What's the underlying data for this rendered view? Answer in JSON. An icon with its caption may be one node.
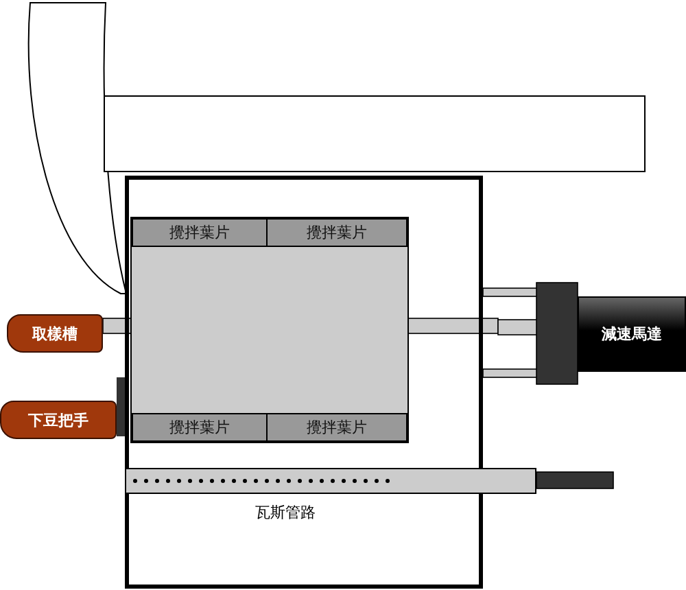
{
  "diagram": {
    "nodes": [
      {
        "text": [],
        "shape": "box"
      },
      {
        "text": [],
        "shape": "box",
        "in": 0
      },
      {
        "text": [
          "攪拌葉片"
        ],
        "in": 1
      },
      {
        "text": [
          "攪拌葉片"
        ],
        "in": 1
      },
      {
        "text": [
          "攪拌葉片"
        ],
        "in": 1
      },
      {
        "text": [
          "攪拌葉片"
        ],
        "in": 1
      },
      {
        "text": [
          "取樣槽"
        ]
      },
      {
        "text": [
          "下豆把手"
        ]
      },
      {
        "text": [
          "減速馬達"
        ]
      },
      {
        "text": [],
        "shape": "bar",
        "beside": [
          "瓦斯管路"
        ]
      }
    ]
  }
}
